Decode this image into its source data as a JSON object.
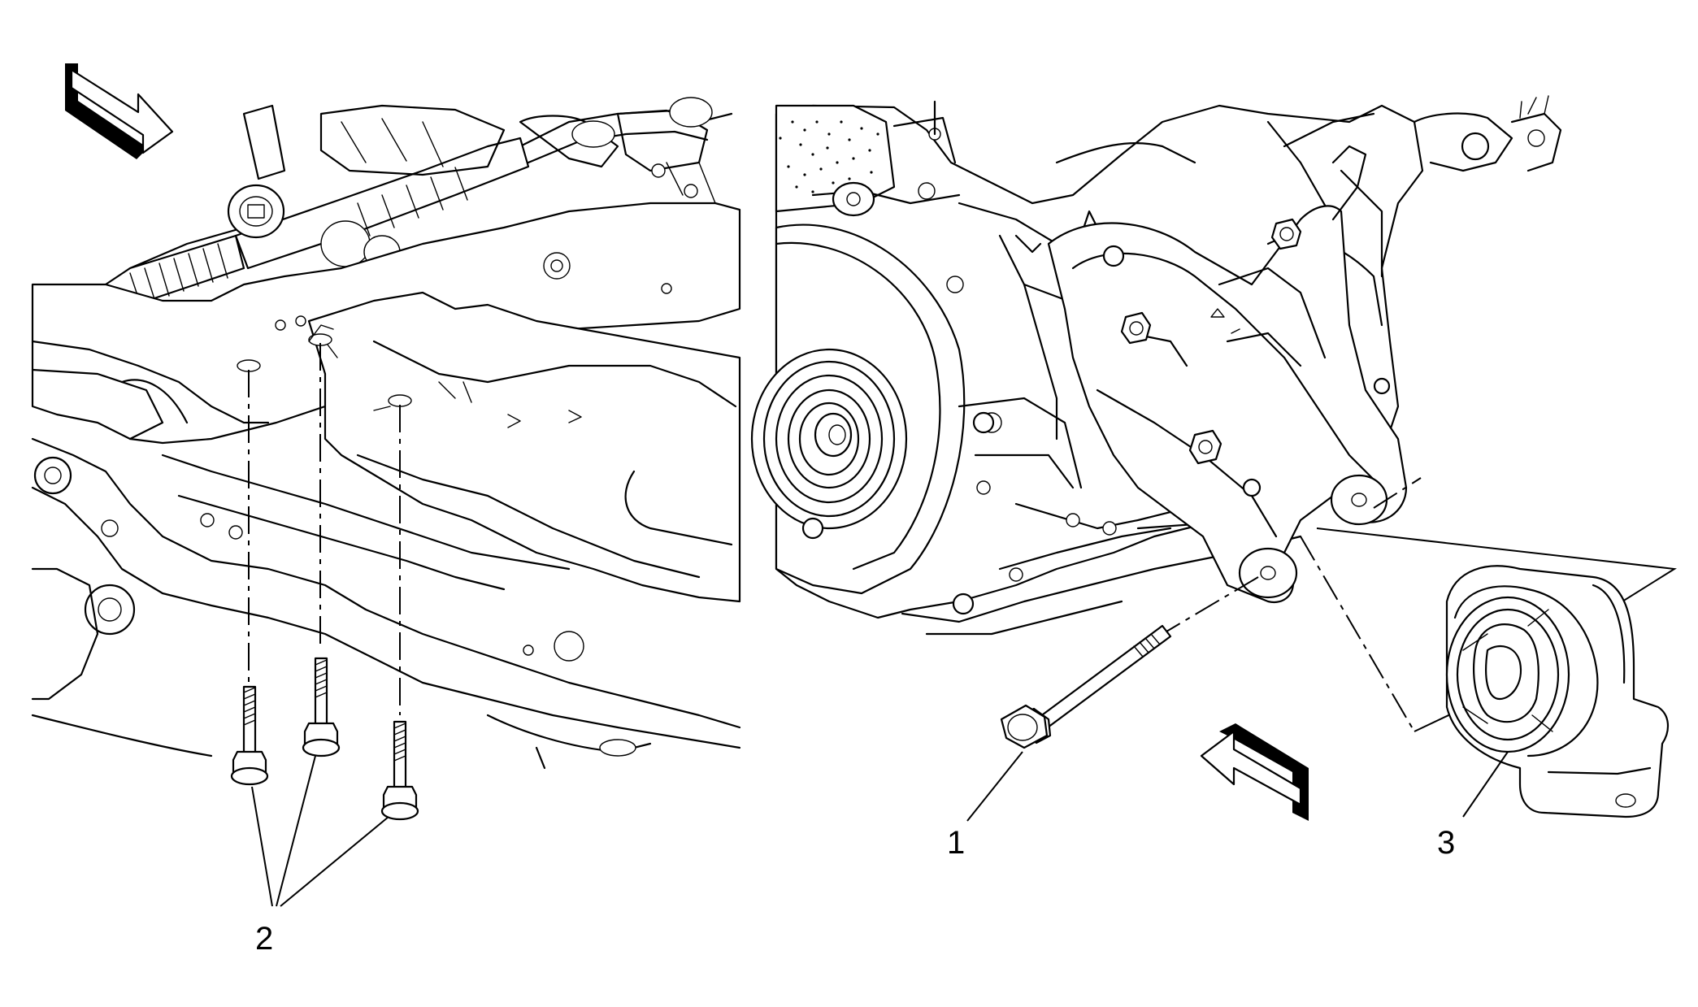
{
  "callouts": {
    "c1": "1",
    "c2": "2",
    "c3": "3"
  },
  "panels": {
    "left": {
      "arrow_icon": "direction-arrow-icon"
    },
    "right": {
      "arrow_icon": "direction-arrow-icon"
    }
  },
  "colors": {
    "ink": "#000000",
    "paper": "#ffffff"
  }
}
